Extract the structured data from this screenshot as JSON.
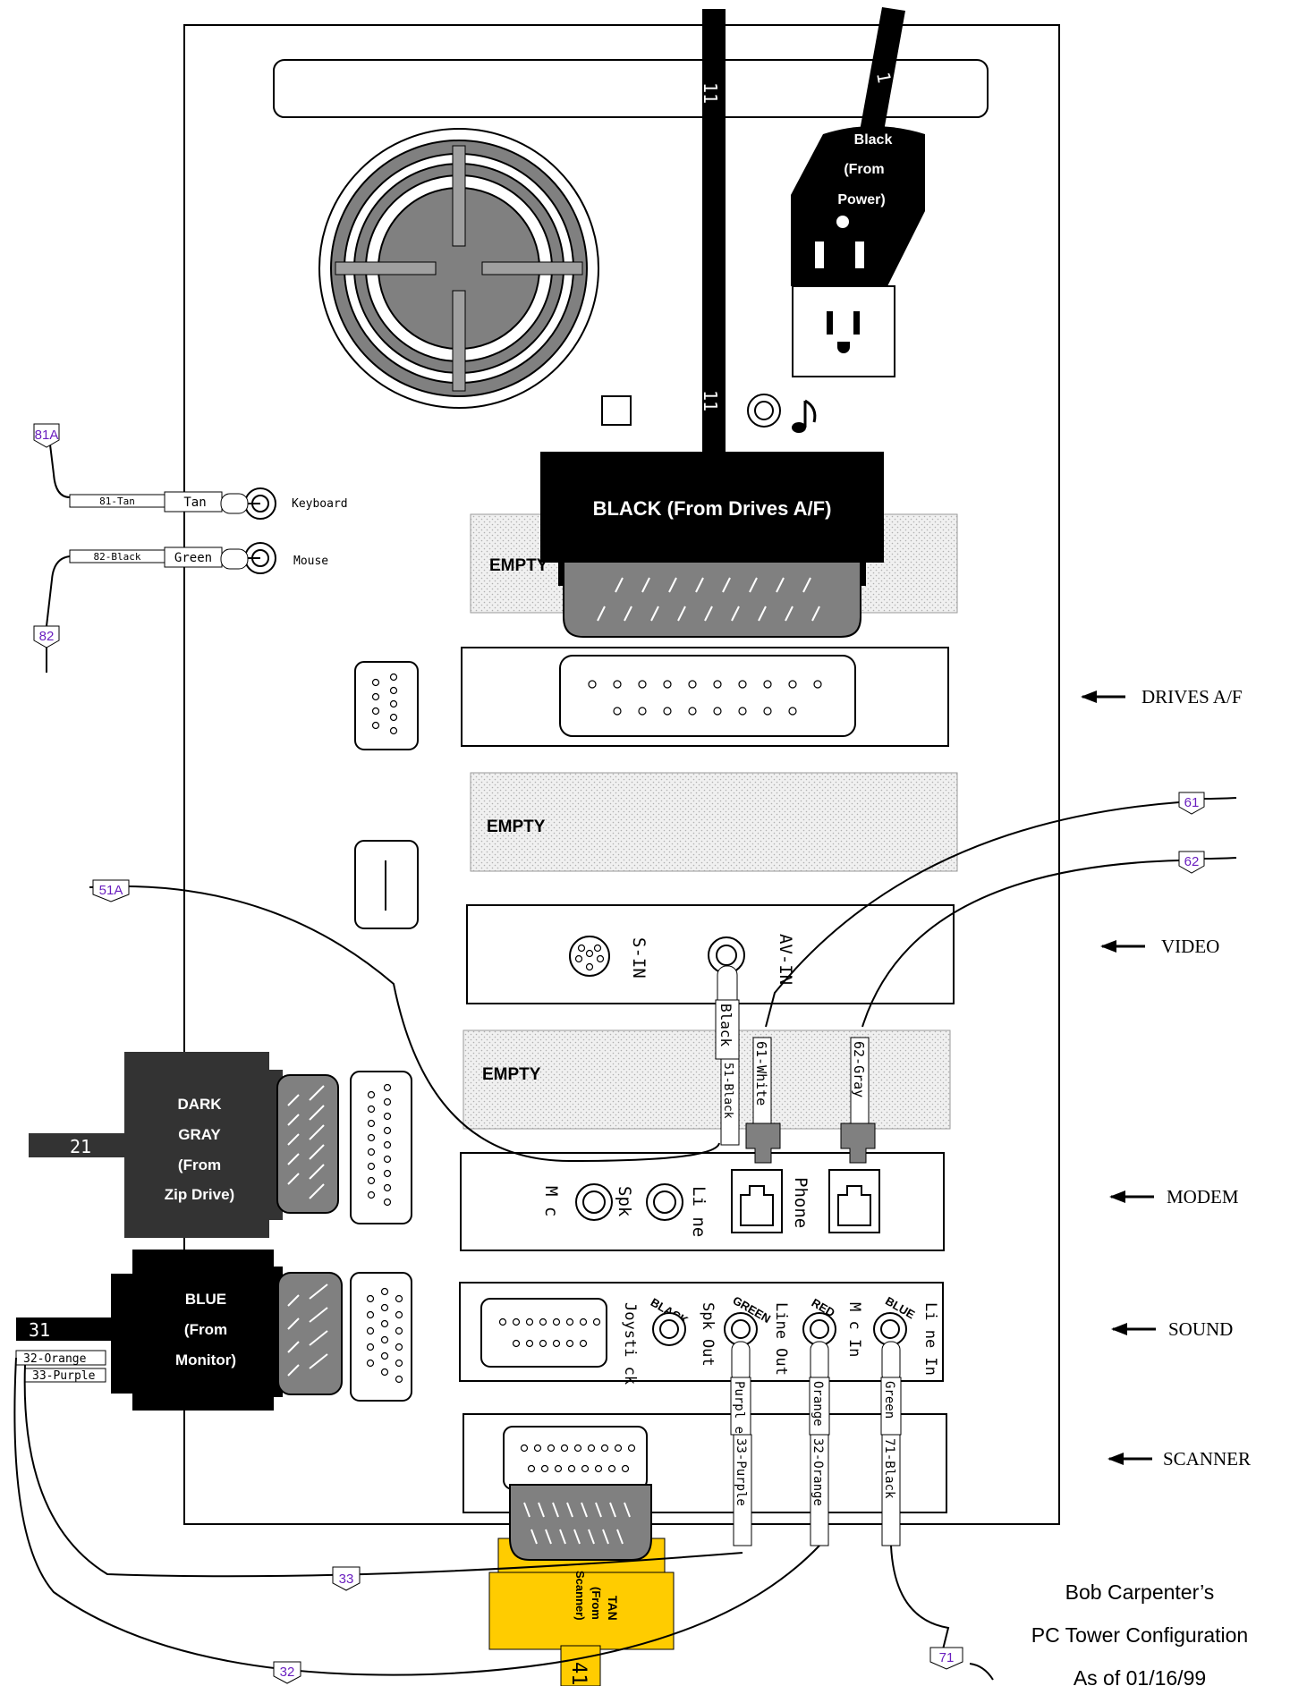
{
  "cables": {
    "c11": "11",
    "c1": "1",
    "c21": "21",
    "c31": "31",
    "c32_orange": "32-Orange",
    "c33_purple": "33-Purple",
    "c41": "41",
    "c81_tan": "81-Tan",
    "c82_black": "82-Black",
    "s51_black": "51-Black",
    "s61_white": "61-White",
    "s62_gray": "62-Gray",
    "s33_purple": "33-Purple",
    "s32_orange": "32-Orange",
    "s71_black": "71-Black"
  },
  "tags": {
    "t81a": "81A",
    "t82": "82",
    "t51a": "51A",
    "t61": "61",
    "t62": "62",
    "t33": "33",
    "t32": "32",
    "t71": "71"
  },
  "plugs": {
    "power": [
      "Black",
      "(From",
      "Power)"
    ],
    "drives": "BLACK (From Drives A/F)",
    "zip": [
      "DARK",
      "GRAY",
      "(From",
      "Zip Drive)"
    ],
    "monitor": [
      "BLUE",
      "(From",
      "Monitor)"
    ],
    "scanner": [
      "TAN",
      "(From",
      "Scanner)"
    ]
  },
  "ps2": {
    "keyboard_collar": "Tan",
    "keyboard_port": "Keyboard",
    "mouse_collar": "Green",
    "mouse_port": "Mouse"
  },
  "slots": {
    "empty1": "EMPTY",
    "empty2": "EMPTY",
    "empty3": "EMPTY",
    "video_sin": "S-IN",
    "video_avin": "AV-IN",
    "video_black": "Black",
    "modem_mic": "M c",
    "modem_spk": "Spk",
    "modem_line": "Li ne",
    "modem_phone": "Phone",
    "sound_joystick": "Joysti ck",
    "sound_spkout": "Spk Out",
    "sound_lineout": "Line Out",
    "sound_micin": "M c In",
    "sound_linein": "Li ne In",
    "sound_black": "BLACK",
    "sound_green": "GREEN",
    "sound_red": "RED",
    "sound_blue": "BLUE",
    "sound_purple": "Purpl e",
    "sound_orange": "Orange",
    "sound_greencol": "Green"
  },
  "arrows": {
    "drives": "DRIVES A/F",
    "video": "VIDEO",
    "modem": "MODEM",
    "sound": "SOUND",
    "scanner": "SCANNER"
  },
  "caption": [
    "Bob Carpenter’s",
    "PC Tower Configuration",
    "As of 01/16/99"
  ],
  "colors": {
    "black": "#000000",
    "dark_gray": "#333333",
    "gray": "#808080",
    "tag_text": "#6a1fbf",
    "tan_plug": "#ffcc00",
    "empty_fill": "#e6e6e6"
  }
}
